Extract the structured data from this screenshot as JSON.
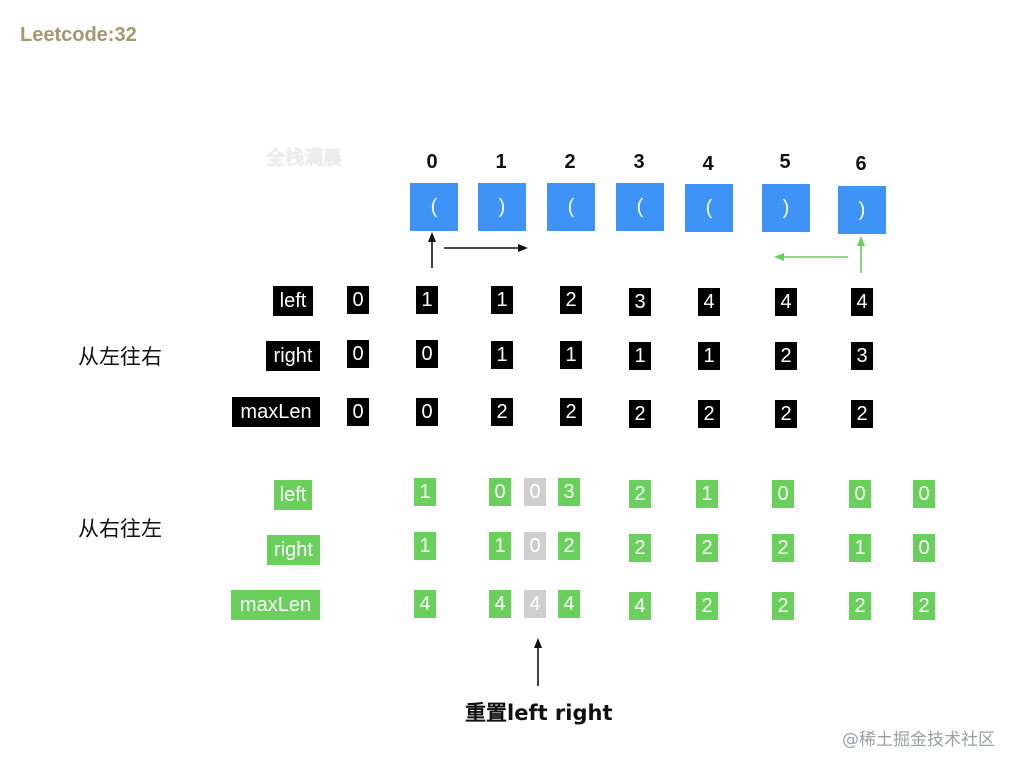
{
  "title": "Leetcode:32",
  "watermark": "全栈满晨",
  "indices": [
    "0",
    "1",
    "2",
    "3",
    "4",
    "5",
    "6"
  ],
  "string_chars": [
    "(",
    ")",
    "(",
    "(",
    "(",
    ")",
    ")"
  ],
  "left_to_right": {
    "section_label": "从左往右",
    "rows": [
      {
        "label": "left",
        "values": [
          "0",
          "1",
          "1",
          "2",
          "3",
          "4",
          "4",
          "4"
        ]
      },
      {
        "label": "right",
        "values": [
          "0",
          "0",
          "1",
          "1",
          "1",
          "1",
          "2",
          "3"
        ]
      },
      {
        "label": "maxLen",
        "values": [
          "0",
          "0",
          "2",
          "2",
          "2",
          "2",
          "2",
          "2"
        ]
      }
    ]
  },
  "right_to_left": {
    "section_label": "从右往左",
    "rows": [
      {
        "label": "left",
        "values": [
          "1",
          "0",
          "0",
          "3",
          "2",
          "1",
          "0",
          "0",
          "0"
        ]
      },
      {
        "label": "right",
        "values": [
          "1",
          "1",
          "0",
          "2",
          "2",
          "2",
          "2",
          "1",
          "0"
        ]
      },
      {
        "label": "maxLen",
        "values": [
          "4",
          "4",
          "4",
          "4",
          "4",
          "2",
          "2",
          "2",
          "2"
        ]
      }
    ],
    "reset_column_index": 2
  },
  "reset_caption": "重置left right",
  "credit": "@稀土掘金技术社区",
  "colors": {
    "paren_box": "#3d94f6",
    "green": "#69d05c",
    "reset_gray": "#cfcfcf",
    "title": "#a7976e"
  }
}
